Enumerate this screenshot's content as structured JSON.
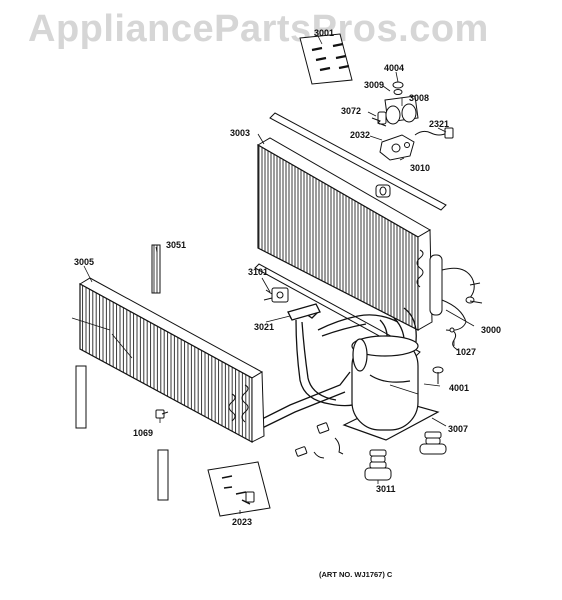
{
  "watermark": "AppliancePartsPros.com",
  "art_number": "(ART NO. WJ1767) C",
  "labels": {
    "p3001": "3001",
    "p4004": "4004",
    "p3009": "3009",
    "p3008": "3008",
    "p3072": "3072",
    "p2032": "2032",
    "p2321": "2321",
    "p3003": "3003",
    "p3010": "3010",
    "p3051": "3051",
    "p3005": "3005",
    "p3101": "3101",
    "p3021": "3021",
    "p3000": "3000",
    "p1027": "1027",
    "p4001": "4001",
    "p1069": "1069",
    "p3007": "3007",
    "p3011": "3011",
    "p2023": "2023"
  }
}
